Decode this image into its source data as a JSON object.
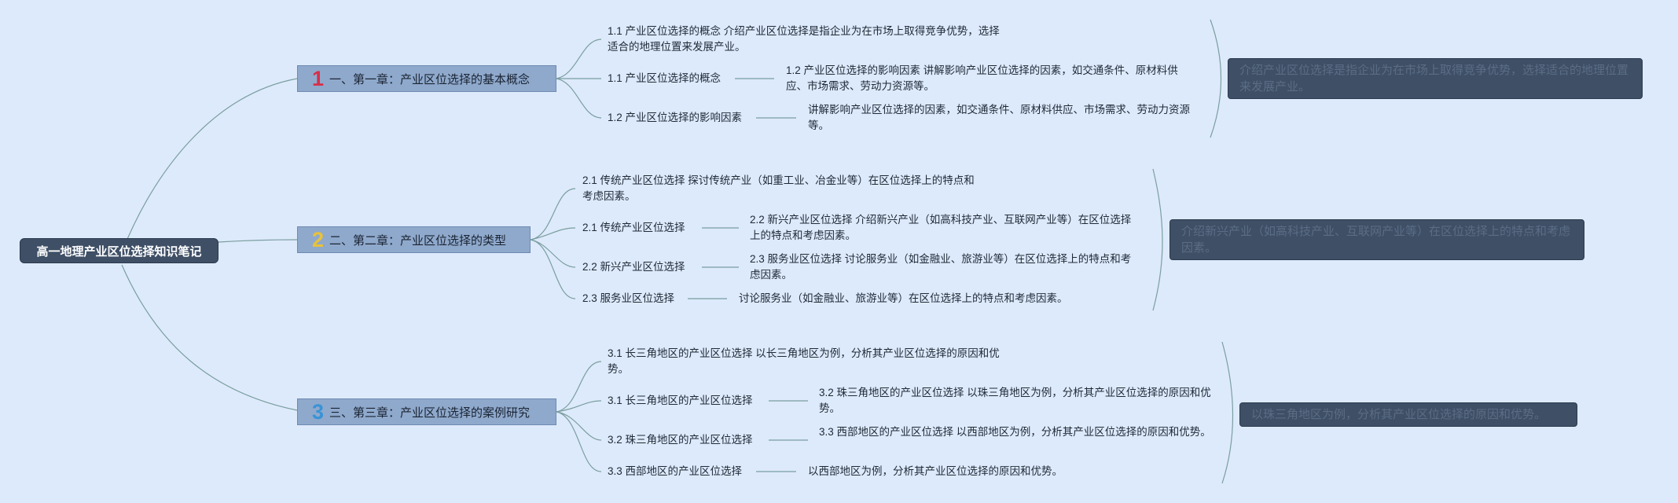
{
  "root": {
    "label": "高一地理产业区位选择知识笔记"
  },
  "chapters": [
    {
      "number": "1",
      "number_color": "#d6304a",
      "title": "一、第一章：产业区位选择的基本概念",
      "items": [
        "1.1 产业区位选择的概念 介绍产业区位选择是指企业为在市场上取得竞争优势，选择适合的地理位置来发展产业。",
        "1.1 产业区位选择的概念",
        "1.2 产业区位选择的影响因素"
      ],
      "details": [
        "1.2 产业区位选择的影响因素 讲解影响产业区位选择的因素，如交通条件、原材料供应、市场需求、劳动力资源等。",
        "讲解影响产业区位选择的因素，如交通条件、原材料供应、市场需求、劳动力资源等。"
      ],
      "summary": "介绍产业区位选择是指企业为在市场上取得竞争优势，选择适合的地理位置来发展产业。"
    },
    {
      "number": "2",
      "number_color": "#e8c23a",
      "title": "二、第二章：产业区位选择的类型",
      "items": [
        "2.1 传统产业区位选择 探讨传统产业（如重工业、冶金业等）在区位选择上的特点和考虑因素。",
        "2.1 传统产业区位选择",
        "2.2 新兴产业区位选择",
        "2.3 服务业区位选择"
      ],
      "details": [
        "2.2 新兴产业区位选择 介绍新兴产业（如高科技产业、互联网产业等）在区位选择上的特点和考虑因素。",
        "2.3 服务业区位选择 讨论服务业（如金融业、旅游业等）在区位选择上的特点和考虑因素。",
        "讨论服务业（如金融业、旅游业等）在区位选择上的特点和考虑因素。"
      ],
      "summary": "介绍新兴产业（如高科技产业、互联网产业等）在区位选择上的特点和考虑因素。"
    },
    {
      "number": "3",
      "number_color": "#3a93d6",
      "title": "三、第三章：产业区位选择的案例研究",
      "items": [
        "3.1 长三角地区的产业区位选择 以长三角地区为例，分析其产业区位选择的原因和优势。",
        "3.1 长三角地区的产业区位选择",
        "3.2 珠三角地区的产业区位选择",
        "3.3 西部地区的产业区位选择"
      ],
      "details": [
        "3.2 珠三角地区的产业区位选择 以珠三角地区为例，分析其产业区位选择的原因和优势。",
        "3.3 西部地区的产业区位选择 以西部地区为例，分析其产业区位选择的原因和优势。",
        "以西部地区为例，分析其产业区位选择的原因和优势。"
      ],
      "summary": "以珠三角地区为例，分析其产业区位选择的原因和优势。"
    }
  ]
}
